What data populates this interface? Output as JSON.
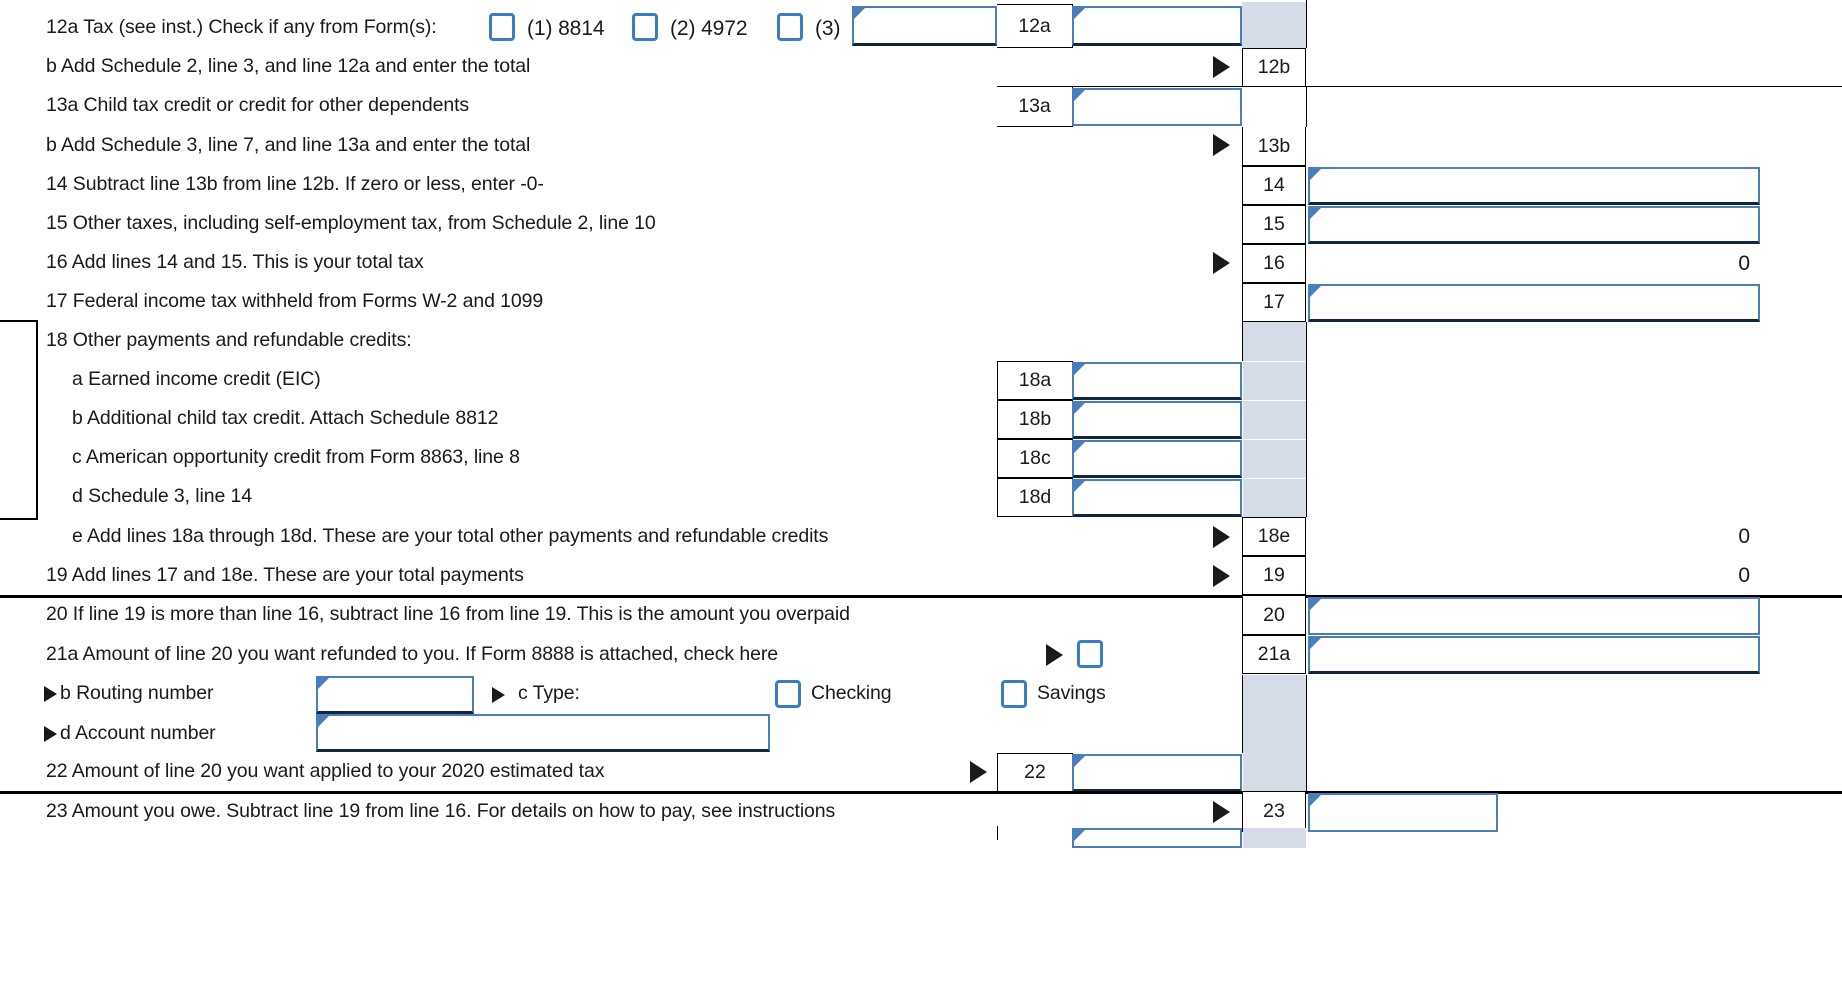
{
  "form": {
    "title": "Form 1040 — Tax, Payments and Refund section",
    "accent_blue": "#4a7ebb",
    "checkbox_blue": "#3b7dc4",
    "shade_gray": "#d6dbe8"
  },
  "lines": {
    "l12a": {
      "label": "12a Tax (see inst.) Check if any from Form(s):",
      "opt1_label": "(1) 8814",
      "opt2_label": "(2) 4972",
      "opt3_label": "(3)",
      "opt3_value": "",
      "opt1_checked": false,
      "opt2_checked": false,
      "opt3_checked": false,
      "number": "12a",
      "value": ""
    },
    "l12b": {
      "label": "b Add Schedule 2, line 3, and line 12a and enter the total",
      "number": "12b",
      "value": ""
    },
    "l13a": {
      "label": "13a Child tax credit or credit for other dependents",
      "number": "13a",
      "value": ""
    },
    "l13b": {
      "label": "b Add Schedule 3, line 7, and line 13a and enter the total",
      "number": "13b",
      "value": ""
    },
    "l14": {
      "label": "14 Subtract line 13b from line 12b. If zero or less, enter -0-",
      "number": "14",
      "value": ""
    },
    "l15": {
      "label": "15 Other taxes, including self-employment tax, from Schedule 2, line 10",
      "number": "15",
      "value": ""
    },
    "l16": {
      "label": "16 Add lines 14 and 15. This is your total tax",
      "number": "16",
      "value": "0"
    },
    "l17": {
      "label": "17 Federal income tax withheld from Forms W-2 and 1099",
      "number": "17",
      "value": ""
    },
    "l18": {
      "label": "18 Other payments and refundable credits:"
    },
    "l18a": {
      "label": "a Earned income credit (EIC)",
      "number": "18a",
      "value": ""
    },
    "l18b": {
      "label": "b Additional child tax credit. Attach Schedule 8812",
      "number": "18b",
      "value": ""
    },
    "l18c": {
      "label": "c American opportunity credit from Form 8863, line 8",
      "number": "18c",
      "value": ""
    },
    "l18d": {
      "label": "d Schedule 3, line 14",
      "number": "18d",
      "value": ""
    },
    "l18e": {
      "label": "e Add lines 18a through 18d. These are your total other payments and refundable credits",
      "number": "18e",
      "value": "0"
    },
    "l19": {
      "label": "19 Add lines 17 and 18e. These are your total payments",
      "number": "19",
      "value": "0"
    },
    "l20": {
      "label": "20 If line 19 is more than line 16, subtract line 16 from line 19. This is the amount you overpaid",
      "number": "20",
      "value": ""
    },
    "l21a": {
      "label": "21a Amount of line 20 you want refunded to you. If Form 8888 is attached, check here",
      "number": "21a",
      "value": "",
      "form8888_checked": false
    },
    "l21b": {
      "label": "b  Routing number",
      "marker": "▶",
      "value": ""
    },
    "l21c": {
      "label": "c  Type:",
      "checking_label": "Checking",
      "savings_label": "Savings",
      "checking_checked": false,
      "savings_checked": false
    },
    "l21d": {
      "label": "d  Account number",
      "marker": "▶",
      "value": ""
    },
    "l22": {
      "label": "22 Amount of line 20 you want applied to your 2020 estimated tax",
      "number": "22",
      "value": ""
    },
    "l23": {
      "label": "23  Amount you owe. Subtract line 19 from line 16. For details on how to pay, see instructions",
      "number": "23",
      "value": ""
    }
  }
}
